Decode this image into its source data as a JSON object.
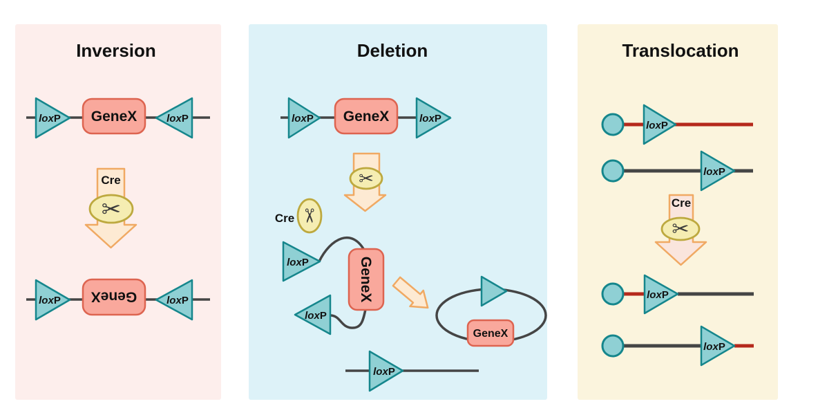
{
  "figure": {
    "subject": "Cre-lox recombination outcomes diagram"
  },
  "panels": [
    {
      "id": "inversion",
      "title": "Inversion"
    },
    {
      "id": "deletion",
      "title": "Deletion"
    },
    {
      "id": "translocation",
      "title": "Translocation"
    }
  ],
  "labels": {
    "lox": "lox",
    "p": "P",
    "gene": "GeneX",
    "cre": "Cre"
  },
  "icons": {
    "scissors": "✂"
  },
  "colors": {
    "panel_inversion_bg": "#fdeeec",
    "panel_deletion_bg": "#ddf2f8",
    "panel_translocation_bg": "#fbf4dd",
    "loxp_fill": "#8fd0d4",
    "loxp_stroke": "#15868c",
    "gene_fill": "#f9a89c",
    "gene_stroke": "#dd6450",
    "dna_line": "#454545",
    "red_chromosome": "#b5291c",
    "arrow_fill": "#fdead3",
    "arrow_fill_alt": "#fae5dd",
    "arrow_stroke": "#f0a963",
    "cre_ellipse_fill": "#f5edb2",
    "cre_ellipse_stroke": "#bda93f"
  }
}
